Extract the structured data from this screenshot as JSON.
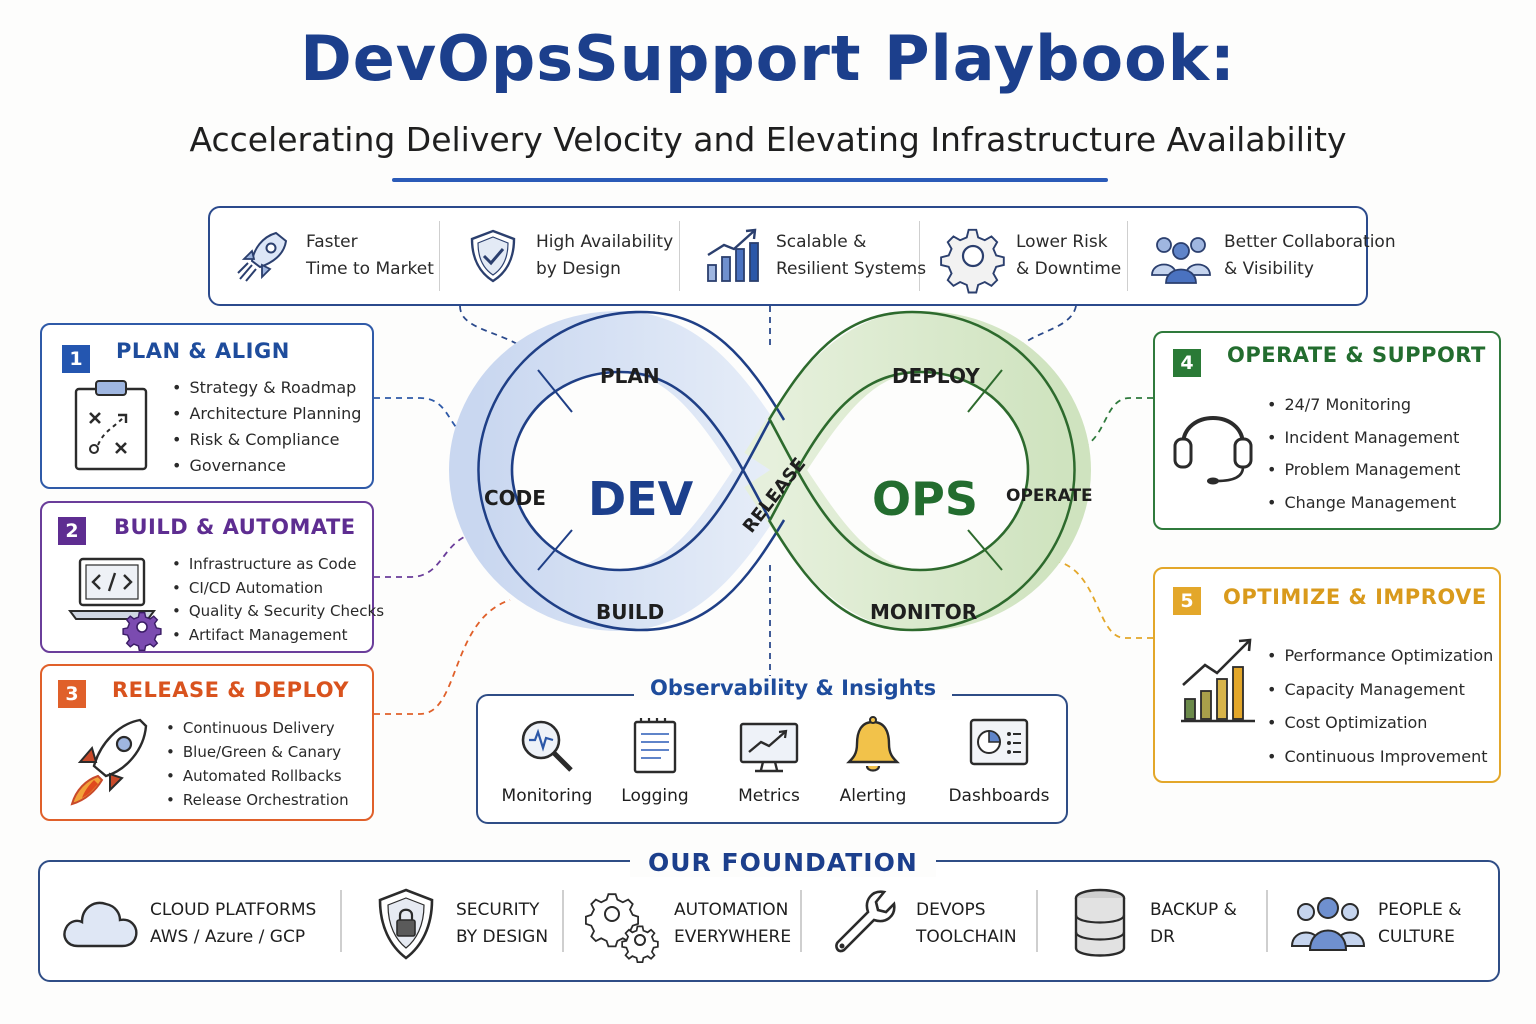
{
  "title": "DevOpsSupport Playbook:",
  "subtitle": "Accelerating Delivery Velocity and Elevating Infrastructure Availability",
  "benefits": [
    {
      "line1": "Faster",
      "line2": "Time to Market",
      "icon": "rocket-icon"
    },
    {
      "line1": "High Availability",
      "line2": "by Design",
      "icon": "shield-check-icon"
    },
    {
      "line1": "Scalable &",
      "line2": "Resilient Systems",
      "icon": "growth-chart-icon"
    },
    {
      "line1": "Lower Risk",
      "line2": "& Downtime",
      "icon": "gear-icon"
    },
    {
      "line1": "Better Collaboration",
      "line2": "& Visibility",
      "icon": "team-icon"
    }
  ],
  "phases": [
    {
      "number": "1",
      "title": "PLAN & ALIGN",
      "color": "#2456b0",
      "icon": "clipboard-strategy-icon",
      "items": [
        "Strategy & Roadmap",
        "Architecture Planning",
        "Risk & Compliance",
        "Governance"
      ]
    },
    {
      "number": "2",
      "title": "BUILD & AUTOMATE",
      "color": "#5e2d91",
      "icon": "laptop-code-icon",
      "items": [
        "Infrastructure as Code",
        "CI/CD Automation",
        "Quality & Security Checks",
        "Artifact Management"
      ]
    },
    {
      "number": "3",
      "title": "RELEASE & DEPLOY",
      "color": "#e0602a",
      "icon": "rocket-icon",
      "items": [
        "Continuous Delivery",
        "Blue/Green & Canary",
        "Automated Rollbacks",
        "Release Orchestration"
      ]
    },
    {
      "number": "4",
      "title": "OPERATE & SUPPORT",
      "color": "#2a7a36",
      "icon": "headset-icon",
      "items": [
        "24/7 Monitoring",
        "Incident Management",
        "Problem Management",
        "Change Management"
      ]
    },
    {
      "number": "5",
      "title": "OPTIMIZE & IMPROVE",
      "color": "#e3a72a",
      "icon": "growth-chart-icon",
      "items": [
        "Performance Optimization",
        "Capacity Management",
        "Cost Optimization",
        "Continuous Improvement"
      ]
    }
  ],
  "loop": {
    "dev": "DEV",
    "ops": "OPS",
    "stages": {
      "plan": "PLAN",
      "code": "CODE",
      "build": "BUILD",
      "release": "RELEASE",
      "deploy": "DEPLOY",
      "operate": "OPERATE",
      "monitor": "MONITOR"
    },
    "dev_color": "#1c3f8c",
    "ops_color": "#236d2f"
  },
  "observability": {
    "title": "Observability & Insights",
    "items": [
      {
        "label": "Monitoring",
        "icon": "magnifier-pulse-icon"
      },
      {
        "label": "Logging",
        "icon": "notepad-icon"
      },
      {
        "label": "Metrics",
        "icon": "monitor-chart-icon"
      },
      {
        "label": "Alerting",
        "icon": "bell-icon"
      },
      {
        "label": "Dashboards",
        "icon": "dashboard-icon"
      }
    ]
  },
  "foundation": {
    "title": "OUR FOUNDATION",
    "items": [
      {
        "line1": "CLOUD PLATFORMS",
        "line2": "AWS / Azure / GCP",
        "icon": "cloud-icon"
      },
      {
        "line1": "SECURITY",
        "line2": "BY DESIGN",
        "icon": "shield-lock-icon"
      },
      {
        "line1": "AUTOMATION",
        "line2": "EVERYWHERE",
        "icon": "gears-icon"
      },
      {
        "line1": "DEVOPS",
        "line2": "TOOLCHAIN",
        "icon": "wrench-icon"
      },
      {
        "line1": "BACKUP &",
        "line2": "DR",
        "icon": "database-icon"
      },
      {
        "line1": "PEOPLE &",
        "line2": "CULTURE",
        "icon": "people-icon"
      }
    ]
  }
}
